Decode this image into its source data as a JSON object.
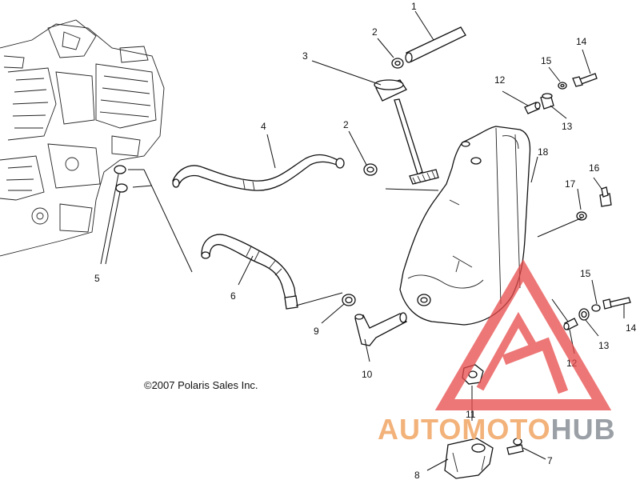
{
  "diagram": {
    "callouts": [
      {
        "id": "c1",
        "text": "1"
      },
      {
        "id": "c2a",
        "text": "2"
      },
      {
        "id": "c3",
        "text": "3"
      },
      {
        "id": "c14a",
        "text": "14"
      },
      {
        "id": "c15a",
        "text": "15"
      },
      {
        "id": "c12a",
        "text": "12"
      },
      {
        "id": "c13a",
        "text": "13"
      },
      {
        "id": "c4",
        "text": "4"
      },
      {
        "id": "c2b",
        "text": "2"
      },
      {
        "id": "c18",
        "text": "18"
      },
      {
        "id": "c16",
        "text": "16"
      },
      {
        "id": "c17",
        "text": "17"
      },
      {
        "id": "c5",
        "text": "5"
      },
      {
        "id": "c6",
        "text": "6"
      },
      {
        "id": "c15b",
        "text": "15"
      },
      {
        "id": "c14b",
        "text": "14"
      },
      {
        "id": "c13b",
        "text": "13"
      },
      {
        "id": "c12b",
        "text": "12"
      },
      {
        "id": "c9",
        "text": "9"
      },
      {
        "id": "c10",
        "text": "10"
      },
      {
        "id": "c11",
        "text": "11"
      },
      {
        "id": "c7",
        "text": "7"
      },
      {
        "id": "c8",
        "text": "8"
      }
    ],
    "copyright": "©2007 Polaris Sales Inc."
  },
  "watermark": {
    "brand_part1": "AUTOMOTO",
    "brand_part2": "HUB",
    "colors": {
      "red": "#e84a4a",
      "orange": "#f2b27a",
      "gray": "#9aa0a6"
    }
  }
}
